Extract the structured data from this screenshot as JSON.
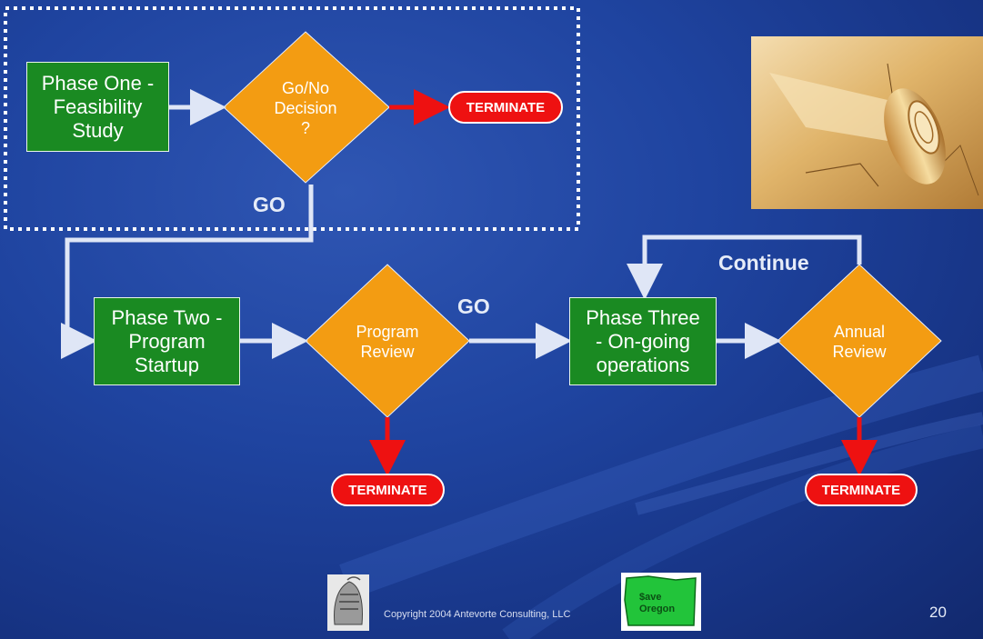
{
  "diagram": {
    "phase_one": "Phase One -\nFeasibility\nStudy",
    "decision_one": "Go/No\nDecision\n?",
    "phase_two": "Phase Two -\nProgram\nStartup",
    "decision_two": "Program\nReview",
    "phase_three": "Phase Three\n- On-going\noperations",
    "decision_three": "Annual\nReview",
    "terminate_label": "TERMINATE",
    "go_label": "GO",
    "continue_label": "Continue"
  },
  "footer": {
    "copyright": "Copyright 2004 Antevorte Consulting, LLC",
    "page_number": "20",
    "logo_text": "$ave\nOregon"
  },
  "colors": {
    "background": "#1f44a0",
    "process_box": "#1a8a22",
    "decision": "#f39c12",
    "terminate": "#ee1111",
    "arrow": "#dfe6f6",
    "red_arrow": "#ee1111"
  }
}
